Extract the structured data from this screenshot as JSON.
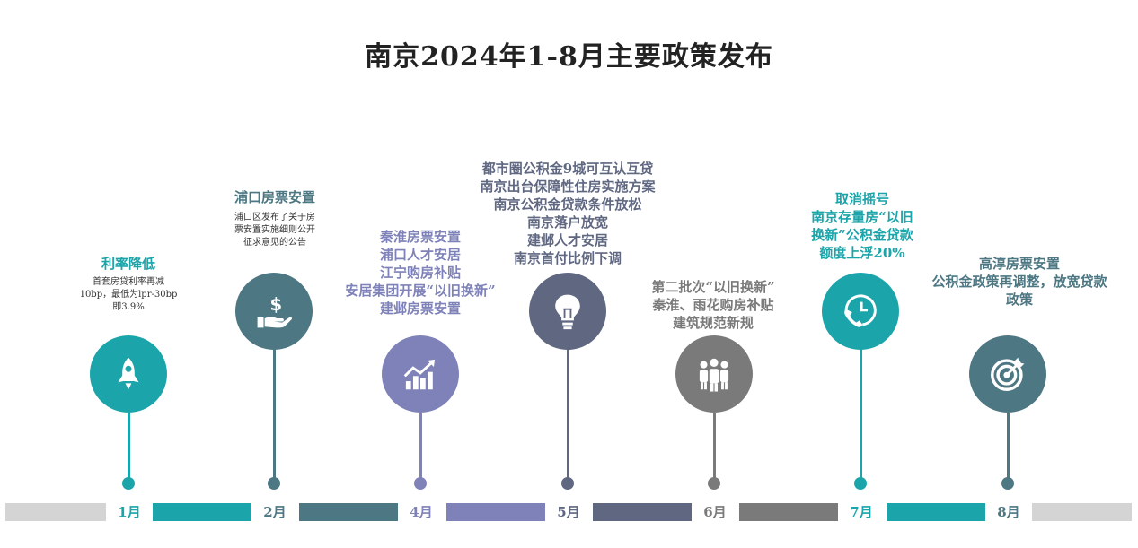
{
  "title": "南京2024年1-8月主要政策发布",
  "colors": {
    "teal": "#1ba5aa",
    "slate": "#4d7783",
    "purple": "#7f82b8",
    "navy": "#5f6781",
    "gray": "#7a7a7a",
    "lightgray": "#d4d4d4"
  },
  "timeline": {
    "months": [
      "1月",
      "2月",
      "4月",
      "5月",
      "6月",
      "7月",
      "8月"
    ]
  },
  "events": {
    "jan": {
      "month": "1月",
      "icon": "rocket-icon",
      "heading": "利率降低",
      "details": [
        "首套房贷利率再减",
        "10bp，最低为lpr-30bp",
        "即3.9%"
      ]
    },
    "feb": {
      "month": "2月",
      "icon": "money-hand-icon",
      "heading": "浦口房票安置",
      "details": [
        "浦口区发布了关于房",
        "票安置实施细则公开",
        "征求意见的公告"
      ]
    },
    "apr": {
      "month": "4月",
      "icon": "growth-chart-icon",
      "lines": [
        "秦淮房票安置",
        "浦口人才安居",
        "江宁购房补贴",
        "安居集团开展“以旧换新”",
        "建邺房票安置"
      ]
    },
    "may": {
      "month": "5月",
      "icon": "lightbulb-icon",
      "lines": [
        "都市圈公积金9城可互认互贷",
        "南京出台保障性住房实施方案",
        "南京公积金贷款条件放松",
        "南京落户放宽",
        "建邺人才安居",
        "南京首付比例下调"
      ]
    },
    "jun": {
      "month": "6月",
      "icon": "team-icon",
      "lines": [
        "第二批次“以旧换新”",
        "秦淮、雨花购房补贴",
        "建筑规范新规"
      ]
    },
    "jul": {
      "month": "7月",
      "icon": "phone-clock-icon",
      "lines": [
        "取消摇号",
        "南京存量房“以旧",
        "换新”公积金贷款",
        "额度上浮20%"
      ]
    },
    "aug": {
      "month": "8月",
      "icon": "target-icon",
      "lines": [
        "高淳房票安置",
        "公积金政策再调整，放宽贷款",
        "政策"
      ]
    }
  }
}
